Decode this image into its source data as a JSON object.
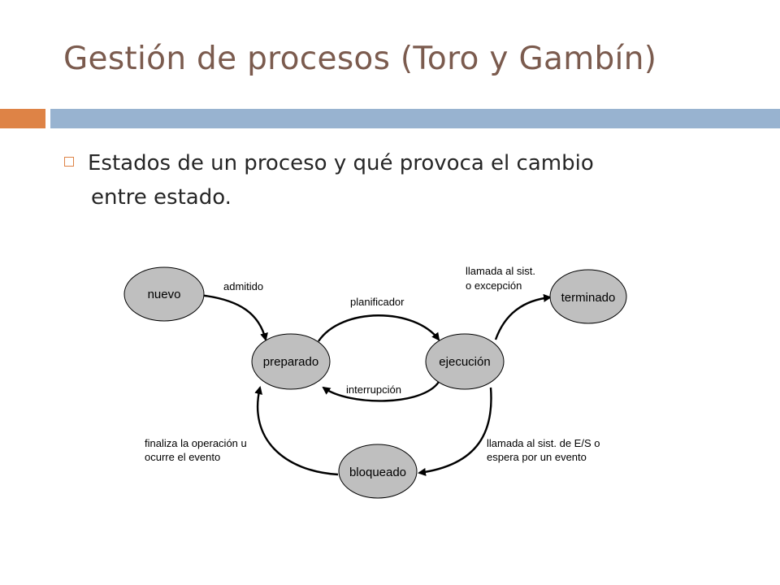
{
  "slide": {
    "title": "Gestión de procesos (Toro y Gambín)",
    "bullet_line1": "Estados de un proceso y qué provoca el cambio",
    "bullet_line2": "entre estado."
  },
  "colors": {
    "title": "#7b5b4e",
    "accent_orange": "#de8346",
    "accent_blue": "#98b3d0",
    "node_fill": "#bfbfbf"
  },
  "diagram": {
    "nodes": {
      "nuevo": "nuevo",
      "preparado": "preparado",
      "ejecucion": "ejecución",
      "terminado": "terminado",
      "bloqueado": "bloqueado"
    },
    "edges": {
      "admitido": "admitido",
      "planificador": "planificador",
      "interrupcion": "interrupción",
      "exit_line1": "llamada al sist.",
      "exit_line2": "o excepción",
      "wait_line1": "llamada al sist. de E/S o",
      "wait_line2": "espera por un evento",
      "wake_line1": "finaliza la operación u",
      "wake_line2": "ocurre el evento"
    }
  }
}
